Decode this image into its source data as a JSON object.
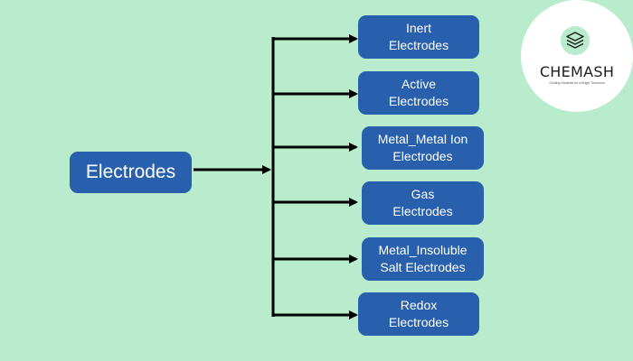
{
  "root": {
    "label": "Electrodes"
  },
  "branches": [
    {
      "line1": "Inert",
      "line2": "Electrodes"
    },
    {
      "line1": "Active",
      "line2": "Electrodes"
    },
    {
      "line1": "Metal_Metal Ion",
      "line2": "Electrodes"
    },
    {
      "line1": "Gas",
      "line2": "Electrodes"
    },
    {
      "line1": "Metal_Insoluble",
      "line2": "Salt Electrodes"
    },
    {
      "line1": "Redox",
      "line2": "Electrodes"
    }
  ],
  "logo": {
    "name": "CHEMASH",
    "tagline": "Guiding Students for a Bright Tomorrow",
    "icon": "layers-icon"
  },
  "colors": {
    "background": "#b8eccc",
    "box": "#2860ad",
    "box_text": "#ffffff",
    "connector": "#000000",
    "logo_bg": "#ffffff"
  }
}
